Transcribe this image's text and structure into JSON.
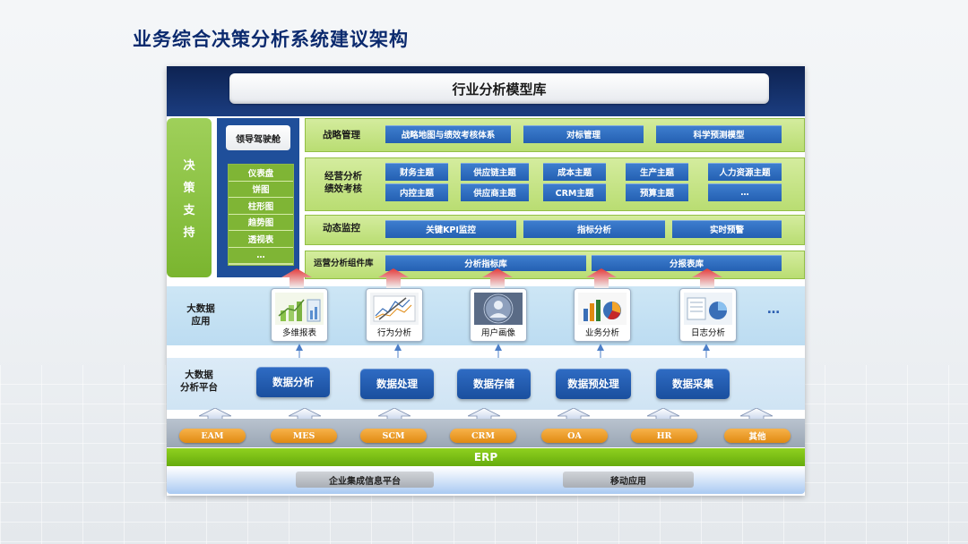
{
  "title": "业务综合决策分析系统建议架构",
  "model_library": "行业分析模型库",
  "decision_support": [
    "决",
    "策",
    "支",
    "持"
  ],
  "cockpit": {
    "title": "领导驾驶舱",
    "items": [
      "仪表盘",
      "饼图",
      "柱形图",
      "趋势图",
      "透视表",
      "…"
    ]
  },
  "strategy": {
    "label": "战略管理",
    "items": [
      "战略地图与绩效考核体系",
      "对标管理",
      "科学预测模型"
    ]
  },
  "operations": {
    "label_line1": "经营分析",
    "label_line2": "绩效考核",
    "row1": [
      "财务主题",
      "供应链主题",
      "成本主题",
      "生产主题",
      "人力资源主题"
    ],
    "row2": [
      "内控主题",
      "供应商主题",
      "CRM主题",
      "预算主题",
      "…"
    ]
  },
  "monitoring": {
    "label": "动态监控",
    "items": [
      "关键KPI监控",
      "指标分析",
      "实时预警"
    ]
  },
  "components": {
    "label": "运营分析组件库",
    "items": [
      "分析指标库",
      "分报表库"
    ]
  },
  "bigdata_app": {
    "label_line1": "大数据",
    "label_line2": "应用",
    "tiles": [
      "多维报表",
      "行为分析",
      "用户画像",
      "业务分析",
      "日志分析"
    ],
    "more": "…"
  },
  "bigdata_platform": {
    "label_line1": "大数据",
    "label_line2": "分析平台",
    "buttons": [
      "数据分析",
      "数据处理",
      "数据存储",
      "数据预处理",
      "数据采集"
    ]
  },
  "systems": [
    "EAM",
    "MES",
    "SCM",
    "CRM",
    "OA",
    "HR",
    "其他"
  ],
  "erp": "ERP",
  "base": [
    "企业集成信息平台",
    "移动应用"
  ],
  "colors": {
    "title": "#0b2a6e",
    "navy": "#0e2352",
    "green": "#7ab52f",
    "blue_tag": "#2460b2",
    "orange": "#e08a12",
    "erp_green": "#66ab0d"
  }
}
